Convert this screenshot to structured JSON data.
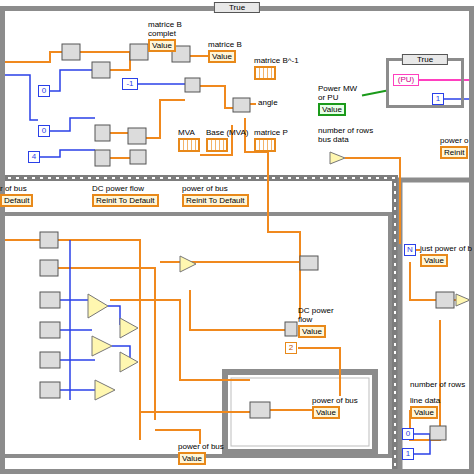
{
  "diagram": {
    "nodes": [
      {
        "text": [
          "True"
        ]
      },
      {
        "text": [
          "matrice B complet",
          "Value"
        ],
        "in": 0
      },
      {
        "text": [
          "matrice B",
          "Value"
        ],
        "in": 0
      },
      {
        "text": [
          "matrice B^-1"
        ],
        "in": 0
      },
      {
        "text": [
          "-1"
        ],
        "in": 0
      },
      {
        "text": [
          "0"
        ],
        "in": 0
      },
      {
        "text": [
          "0"
        ],
        "in": 0
      },
      {
        "text": [
          "4"
        ],
        "in": 0
      },
      {
        "text": [
          "MVA"
        ],
        "in": 0
      },
      {
        "text": [
          "Base (MVA)"
        ],
        "in": 0
      },
      {
        "text": [
          "matrice P"
        ],
        "in": 0
      },
      {
        "text": [
          "Power MW or PU",
          "Value"
        ],
        "in": 0
      },
      {
        "text": [
          "True"
        ],
        "in": 0
      },
      {
        "text": [
          "(PU)"
        ],
        "in": 12
      },
      {
        "text": [
          "1"
        ],
        "in": 12
      },
      {
        "text": [
          "power o",
          "Reinit"
        ],
        "in": 0
      },
      {
        "text": [
          "r of bus",
          "Default"
        ],
        "in": 0
      },
      {
        "text": [
          "DC power flow",
          "Reinit To Default"
        ],
        "in": 0
      },
      {
        "text": [
          "power of bus",
          "Reinit To Default"
        ],
        "in": 0
      },
      {
        "text": [
          "DC power flow",
          "Value"
        ],
        "in": 0
      },
      {
        "text": [
          "2"
        ],
        "in": 0
      },
      {
        "text": [
          "power of bus",
          "Value"
        ],
        "in": 0
      },
      {
        "text": [
          "power of bus",
          "Value"
        ],
        "in": 0
      },
      {
        "text": [
          "N"
        ],
        "in": 0
      },
      {
        "text": [
          "just power of b",
          "Value"
        ],
        "in": 0
      },
      {
        "text": [
          "line data",
          "Value"
        ],
        "in": 0
      },
      {
        "text": [
          "0"
        ],
        "in": 0
      },
      {
        "text": [
          "1"
        ],
        "in": 0
      }
    ],
    "edges": [
      {
        "from": 11,
        "to": 12,
        "arrow": "none"
      }
    ],
    "labels": [
      "angle",
      "number of rows bus data",
      "number of rows"
    ]
  }
}
